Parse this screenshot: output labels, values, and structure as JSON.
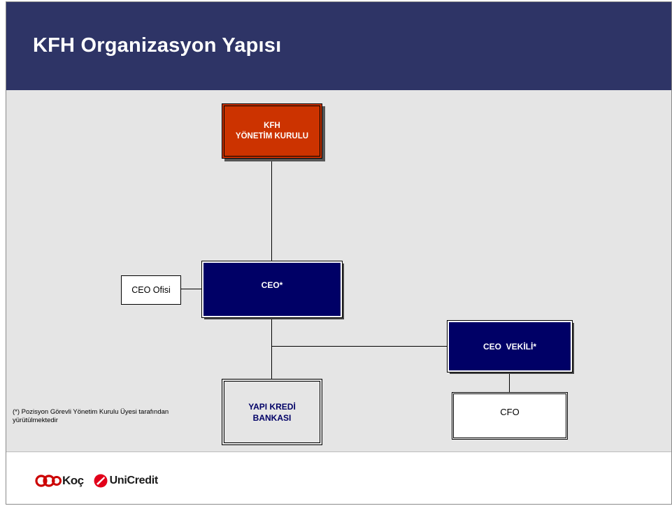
{
  "slide": {
    "title": "KFH Organizasyon Yapısı",
    "footnote": "(*) Pozisyon Görevli Yönetim Kurulu Üyesi tarafından yürütülmektedir"
  },
  "org": {
    "board": {
      "line1": "KFH",
      "line2": "YÖNETİM KURULU"
    },
    "ceo": {
      "label": "CEO*"
    },
    "ceo_office": {
      "label": "CEO Ofisi"
    },
    "ceo_deputy": {
      "label": "CEO  VEKİLİ*"
    },
    "bank": {
      "line1": "YAPI KREDİ",
      "line2": "BANKASI"
    },
    "cfo": {
      "label": "CFO"
    }
  },
  "footer": {
    "logos": [
      {
        "icon": "koc-logo-icon",
        "text": "Koç",
        "color": "#cc0000"
      },
      {
        "icon": "unicredit-logo-icon",
        "text": "UniCredit",
        "color": "#e2001a"
      }
    ]
  },
  "colors": {
    "header": "#2e3466",
    "board_box": "#cc3300",
    "navy_box": "#000066",
    "canvas": "#e5e5e5"
  }
}
